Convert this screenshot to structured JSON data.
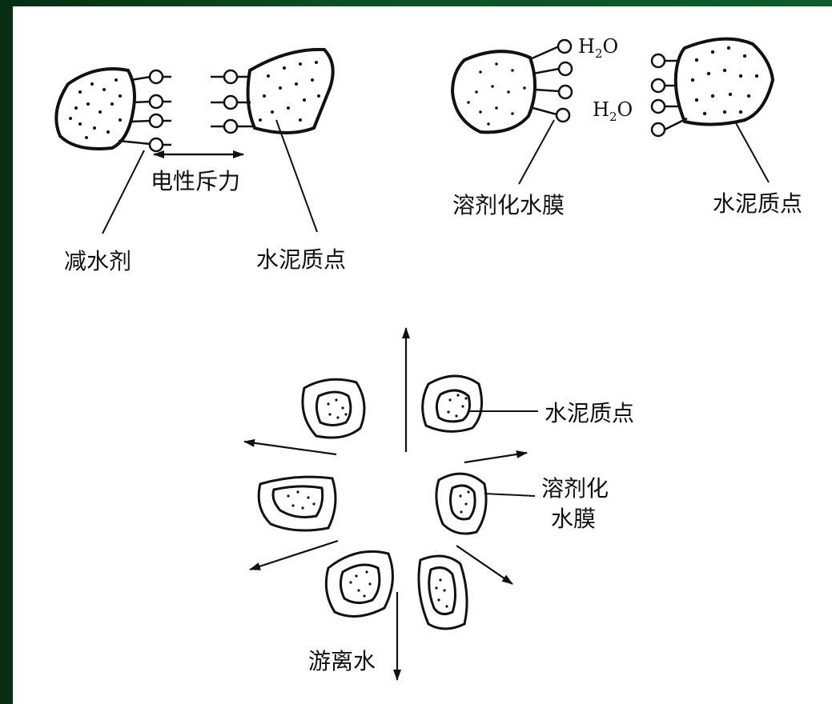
{
  "labels": {
    "repulsion": "电性斥力",
    "reducer": "减水剂",
    "cement_tl": "水泥质点",
    "film_tr": "溶剂化水膜",
    "cement_tr": "水泥质点",
    "water_a": "H",
    "water_a_sub": "2",
    "water_a_tail": "O",
    "water_b": "H",
    "water_b_sub": "2",
    "water_b_tail": "O",
    "cement_bottom": "水泥质点",
    "film_bottom_1": "溶剂化",
    "film_bottom_2": "水膜",
    "free_water": "游离水"
  },
  "colors": {
    "ink": "#111111",
    "paper": "#ffffff",
    "frame": "#0a4f22"
  }
}
